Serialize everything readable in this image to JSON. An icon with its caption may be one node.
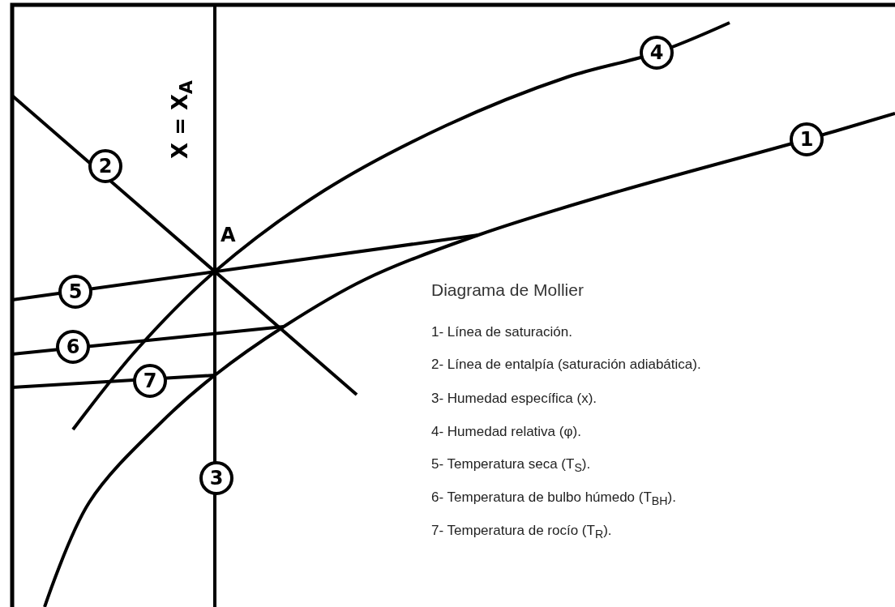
{
  "diagram": {
    "title": "Diagrama de Mollier",
    "nodes": [
      {
        "text": [
          "1"
        ]
      },
      {
        "text": [
          "2"
        ]
      },
      {
        "text": [
          "3"
        ]
      },
      {
        "text": [
          "4"
        ]
      },
      {
        "text": [
          "5"
        ]
      },
      {
        "text": [
          "6"
        ]
      },
      {
        "text": [
          "7"
        ]
      }
    ],
    "labels": [
      "X = X$_{A}$",
      "A",
      "1- Línea de saturación.",
      "2- Línea de entalpía (saturación adiabática).",
      "3- Humedad específica (x).",
      "4- Humedad relativa (φ).",
      "5- Temperatura seca (T$_{S}$).",
      "6- Temperatura de bulbo húmedo (T$_{BH}$).",
      "7- Temperatura de rocío (T$_{R}$)."
    ]
  }
}
